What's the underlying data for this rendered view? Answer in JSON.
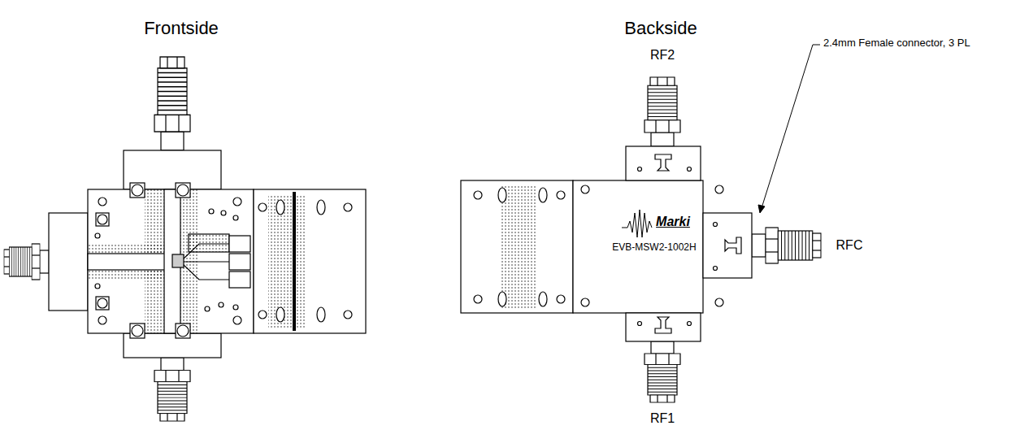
{
  "diagram": {
    "labels": [
      "Frontside",
      "Backside",
      "RF2",
      "2.4mm Female connector, 3 PL",
      "RFC",
      "Marki",
      "EVB-MSW2-1002H",
      "RF1"
    ]
  }
}
